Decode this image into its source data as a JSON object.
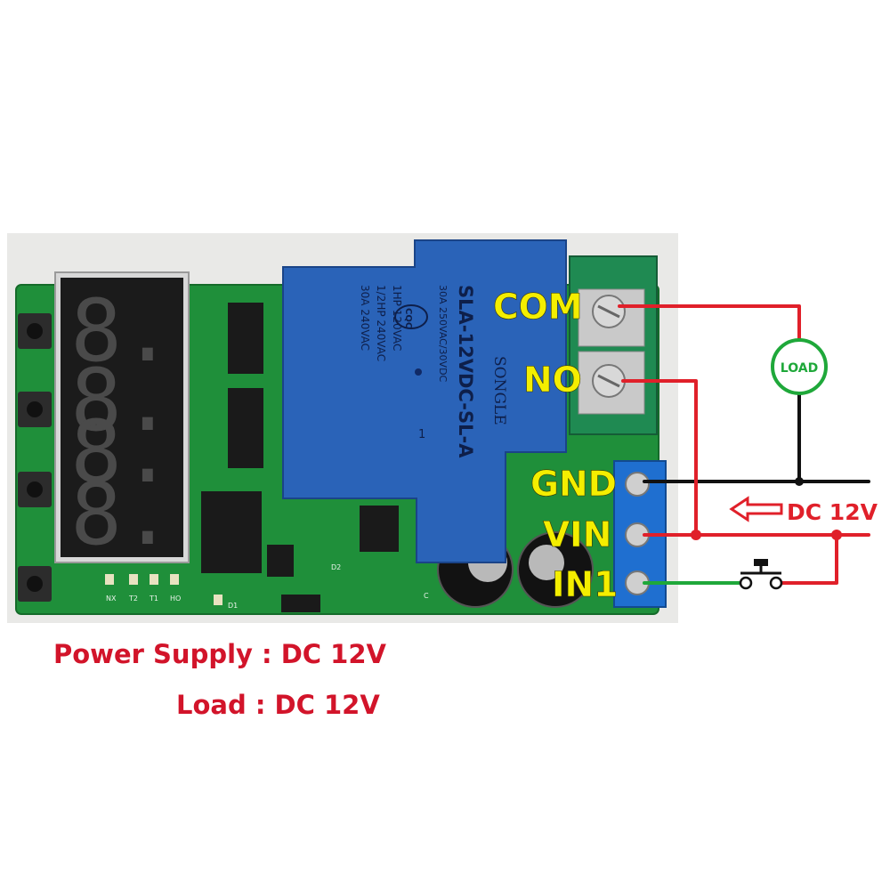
{
  "labels": {
    "com": "COM",
    "no": "NO",
    "gnd": "GND",
    "vin": "VIN",
    "in1": "IN1",
    "load": "LOAD",
    "dc_source": "DC 12V"
  },
  "relay": {
    "model": "SLA-12VDC-SL-A",
    "brand": "SONGLE",
    "rating_line1": "30A  250VAC/30VDC",
    "rating_line2": "1HP 120VAC",
    "rating_line3": "1/2HP 240VAC",
    "rating_line4": "30A 240VAC",
    "cqc": "CQC",
    "pin": "1"
  },
  "display": {
    "digits": [
      "8.",
      "8.",
      "8.",
      "8."
    ]
  },
  "board": {
    "silk_nx": "NX",
    "silk_t2": "T2",
    "silk_t1": "T1",
    "silk_ho": "HO",
    "silk_d1": "D1",
    "silk_d2": "D2",
    "silk_c": "C"
  },
  "captions": {
    "power_supply": "Power Supply : DC 12V",
    "load": "Load : DC 12V"
  },
  "colors": {
    "wire_red": "#e0202a",
    "wire_green": "#1fa83a",
    "wire_black": "#111111",
    "label_yellow": "#f4ee00",
    "caption_red": "#d2142a",
    "pcb_green": "#1f8f3a",
    "relay_blue": "#2a63b8",
    "terminal_blue": "#1f6fd0"
  }
}
